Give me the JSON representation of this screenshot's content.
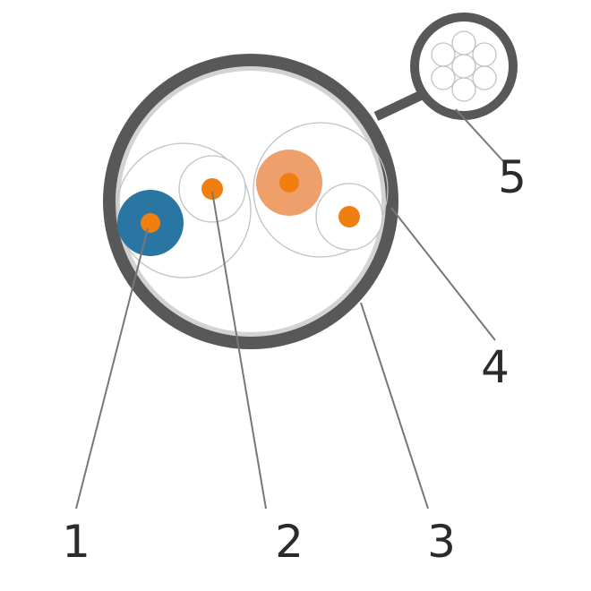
{
  "colors": {
    "jacket": "#58585a",
    "inner_ring": "#d3d3d3",
    "outline": "#c2c2c2",
    "leader_line": "#777777",
    "conductor_orange": "#f07f10",
    "insulation_blue": "#2a76a3",
    "insulation_peach": "#ee9f6a",
    "insulation_white": "#ffffff",
    "label_text": "#2b2b2b"
  },
  "callouts": [
    {
      "label": "1"
    },
    {
      "label": "2"
    },
    {
      "label": "3"
    },
    {
      "label": "4"
    },
    {
      "label": "5"
    }
  ]
}
